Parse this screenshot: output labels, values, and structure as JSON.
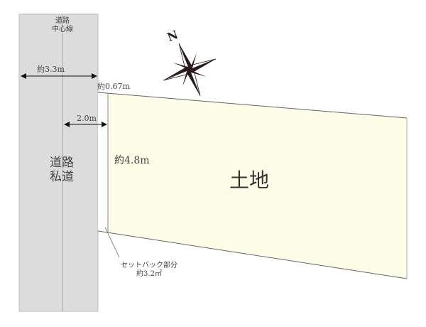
{
  "road": {
    "center_line_label_1": "道路",
    "center_line_label_2": "中心線",
    "name_1": "道路",
    "name_2": "私道",
    "width_label": "約3.3m"
  },
  "dimensions": {
    "setback_top": "約0.67m",
    "center_to_boundary": "2.0m",
    "frontage": "約4.8m"
  },
  "land": {
    "label": "土地"
  },
  "setback": {
    "label": "セットバック部分",
    "area": "約3.2㎡"
  },
  "compass": {
    "label": "N"
  },
  "colors": {
    "road": "#dcdcdc",
    "land": "#fdfde8",
    "line": "#555555"
  }
}
